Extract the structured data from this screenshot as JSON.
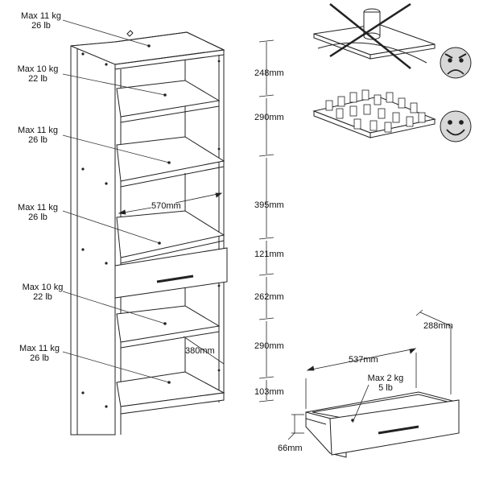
{
  "loads": {
    "shelf1": {
      "kg": "Max 11 kg",
      "lb": "26 lb"
    },
    "shelf2": {
      "kg": "Max 10 kg",
      "lb": "22 lb"
    },
    "shelf3": {
      "kg": "Max 11 kg",
      "lb": "26 lb"
    },
    "shelf4": {
      "kg": "Max 11 kg",
      "lb": "26 lb"
    },
    "shelf5": {
      "kg": "Max 10 kg",
      "lb": "22 lb"
    },
    "shelf6": {
      "kg": "Max 11 kg",
      "lb": "26 lb"
    },
    "drawer": {
      "kg": "Max 2 kg",
      "lb": "5 lb"
    }
  },
  "heights": [
    "248mm",
    "290mm",
    "395mm",
    "121mm",
    "262mm",
    "290mm",
    "103mm"
  ],
  "dims": {
    "inner_width": "570mm",
    "depth": "380mm",
    "drawer_width": "537mm",
    "drawer_depth": "288mm",
    "drawer_height": "66mm"
  },
  "icons": {
    "wrong": "angry-face-icon",
    "right": "smiley-face-icon"
  }
}
